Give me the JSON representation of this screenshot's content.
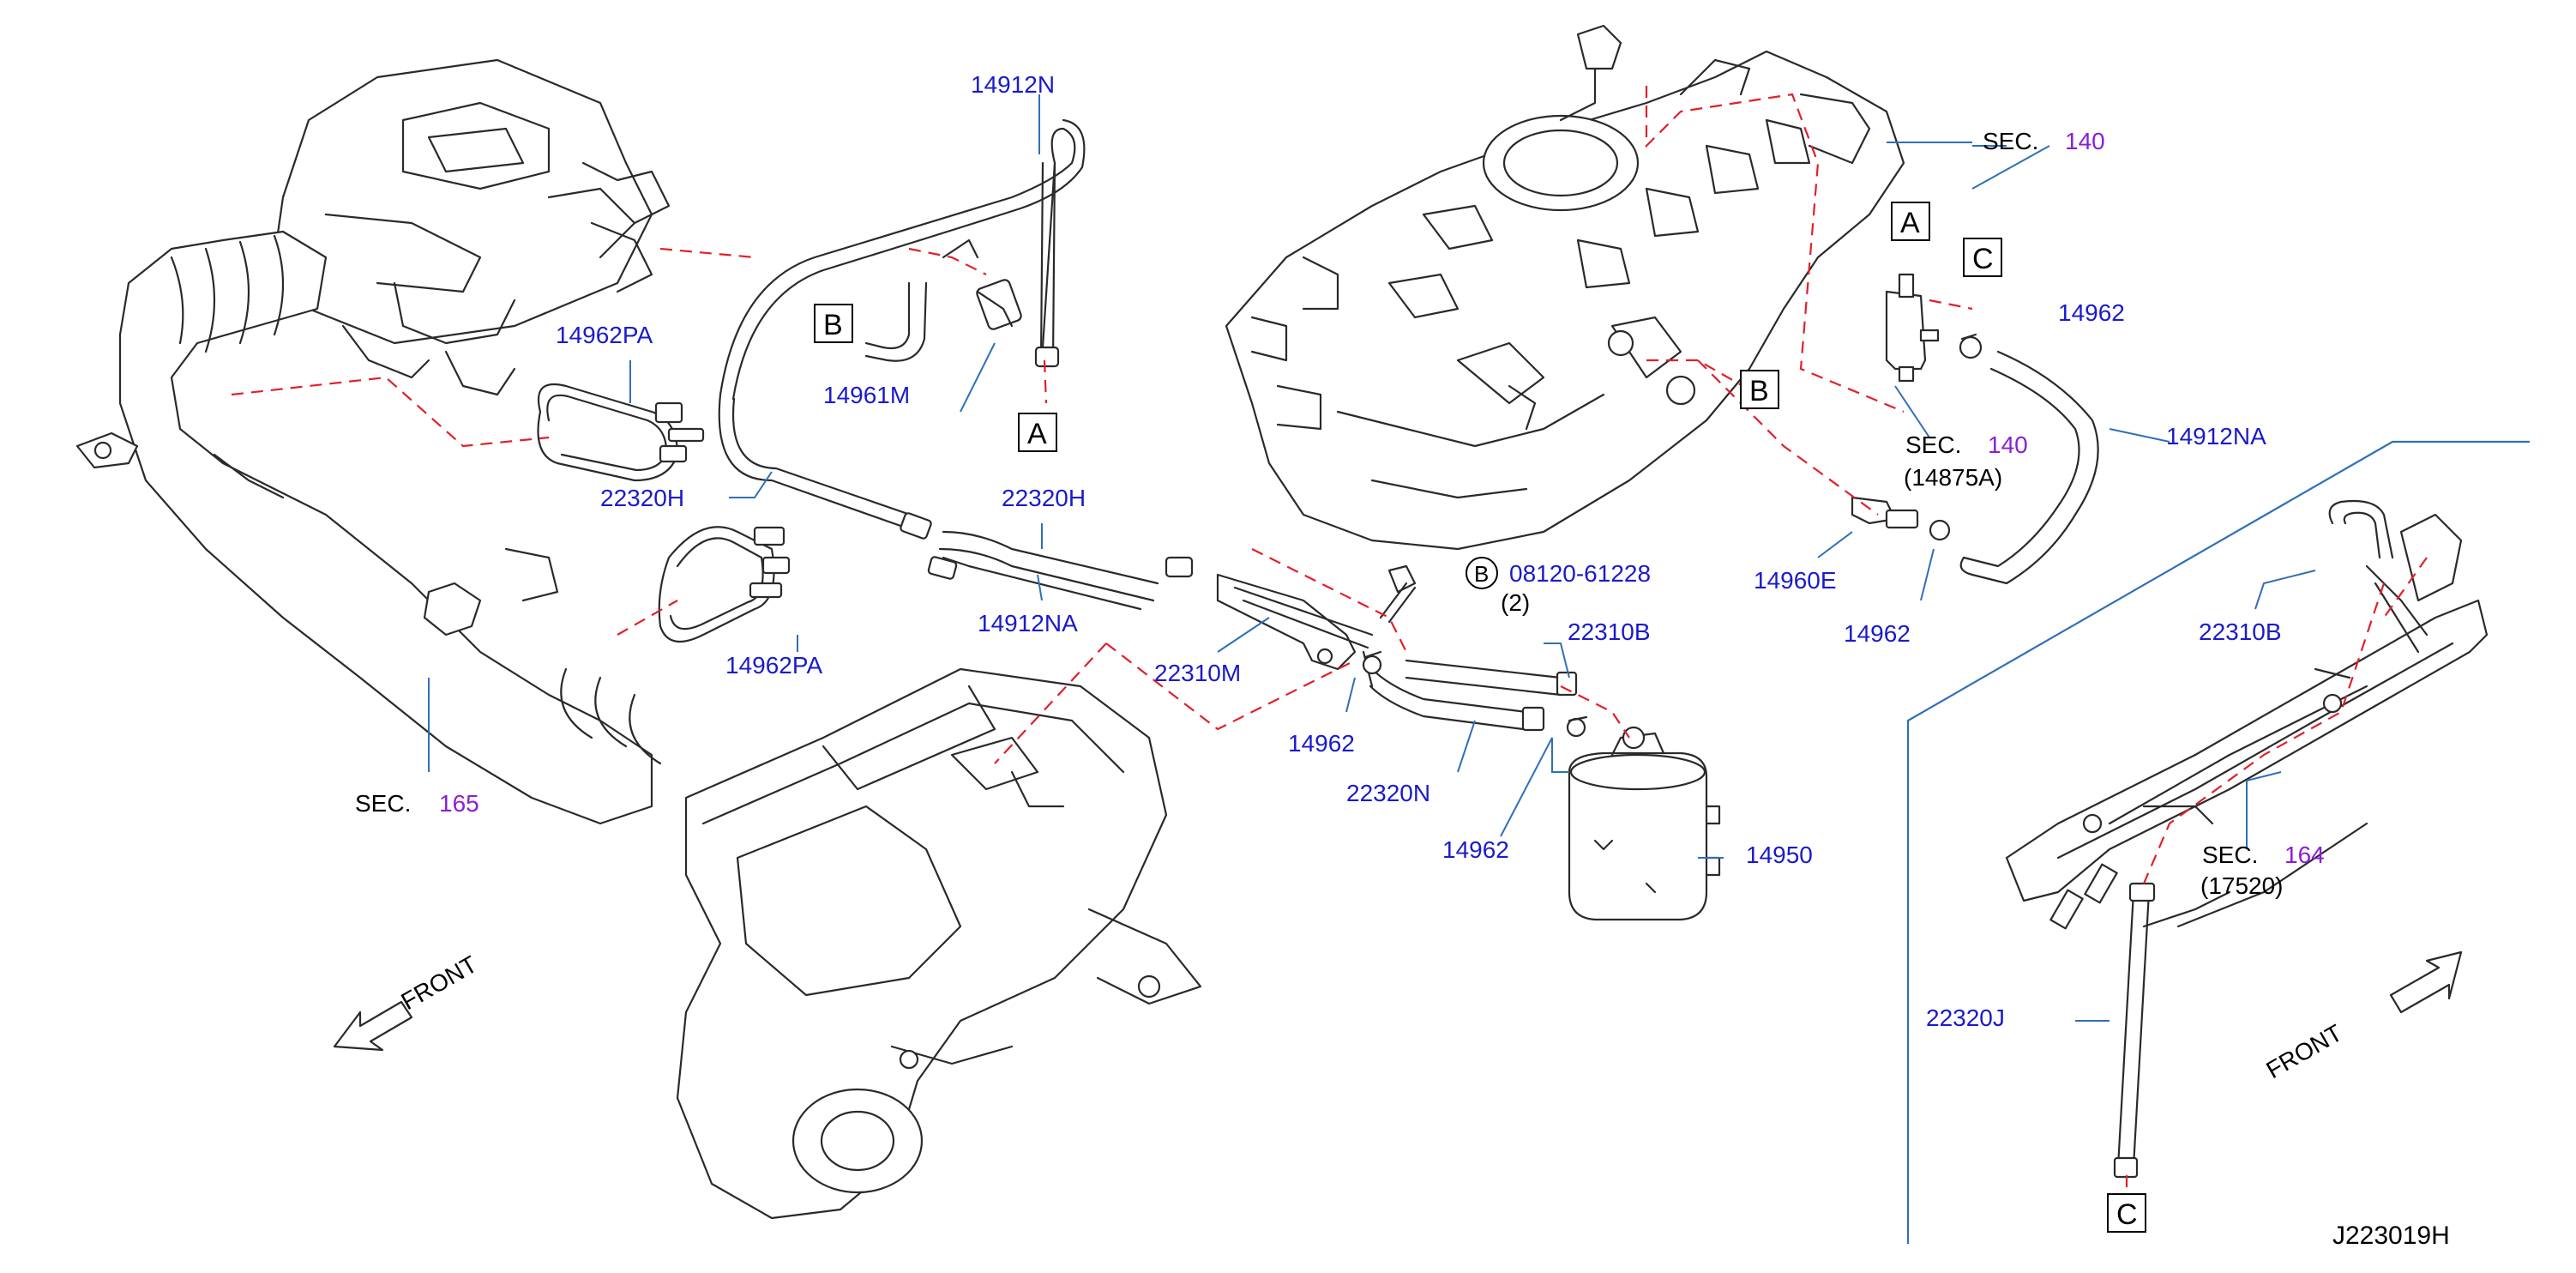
{
  "figure_id": "J223019H",
  "front_label": "FRONT",
  "part_labels": {
    "p14912N": "14912N",
    "p14962PA_top": "14962PA",
    "p14961M": "14961M",
    "p22320H_left": "22320H",
    "p22320H_mid": "22320H",
    "p14912NA_mid": "14912NA",
    "p14962PA_bottom": "14962PA",
    "p22310M": "22310M",
    "p08120": "08120-61228",
    "p08120_qty": "(2)",
    "p22310B_mid": "22310B",
    "p14962_a": "14962",
    "p22320N": "22320N",
    "p14962_b": "14962",
    "p14950": "14950",
    "p14962_top": "14962",
    "p14912NA_right": "14912NA",
    "p14960E": "14960E",
    "p14962_c": "14962",
    "p22310B_right": "22310B",
    "p22320J": "22320J"
  },
  "section_refs": {
    "sec140_top": {
      "prefix": "SEC.",
      "number": "140"
    },
    "sec140_mid": {
      "prefix": "SEC.",
      "number": "140",
      "sub": "(14875A)"
    },
    "sec165": {
      "prefix": "SEC.",
      "number": "165"
    },
    "sec164": {
      "prefix": "SEC.",
      "number": "164",
      "sub": "(17520)"
    }
  },
  "connectors": {
    "A": "A",
    "B": "B",
    "C": "C",
    "bolt_marker": "B"
  },
  "colors": {
    "part_number": "#1a1acc",
    "section_number": "#8a1fd6",
    "leader": "#2f6fb8",
    "dashed_connection": "#e0202a",
    "ink": "#2a2a2a"
  }
}
